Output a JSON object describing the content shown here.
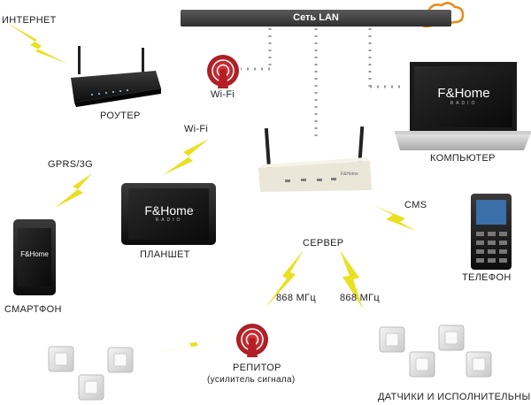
{
  "lan": {
    "label": "Сеть LAN"
  },
  "labels": {
    "internet": "ИНТЕРНЕТ",
    "router": "РОУТЕР",
    "wifi_top": "Wi-Fi",
    "wifi_tablet": "Wi-Fi",
    "computer": "КОМПЬЮТЕР",
    "gprs": "GPRS/3G",
    "tablet": "ПЛАНШЕТ",
    "sms": "СMS",
    "smartphone": "СМАРТФОН",
    "server": "СЕРВЕР",
    "phone": "ТЕЛЕФОН",
    "freq_left": "868 МГц",
    "freq_right": "868 МГц",
    "repeater": "РЕПИТОР",
    "repeater_sub": "(усилитель сигнала)",
    "sensors": "ДАТЧИКИ И ИСПОЛНИТЕЛЬНЫЕ"
  },
  "brand": {
    "logo": "F&Home",
    "logo_sub": "RADIO",
    "server_tag": "F&Home"
  },
  "colors": {
    "lightning": "#e9e021",
    "accent": "#c0272d",
    "lan_bar": "#3d3d3d",
    "dots": "#9a9a9a"
  },
  "icons": [
    "cloud-icon",
    "wifi-antenna-icon",
    "lightning-icon",
    "router-device",
    "laptop-device",
    "tablet-device",
    "smartphone-device",
    "cellphone-device",
    "server-device",
    "sensor-module"
  ]
}
